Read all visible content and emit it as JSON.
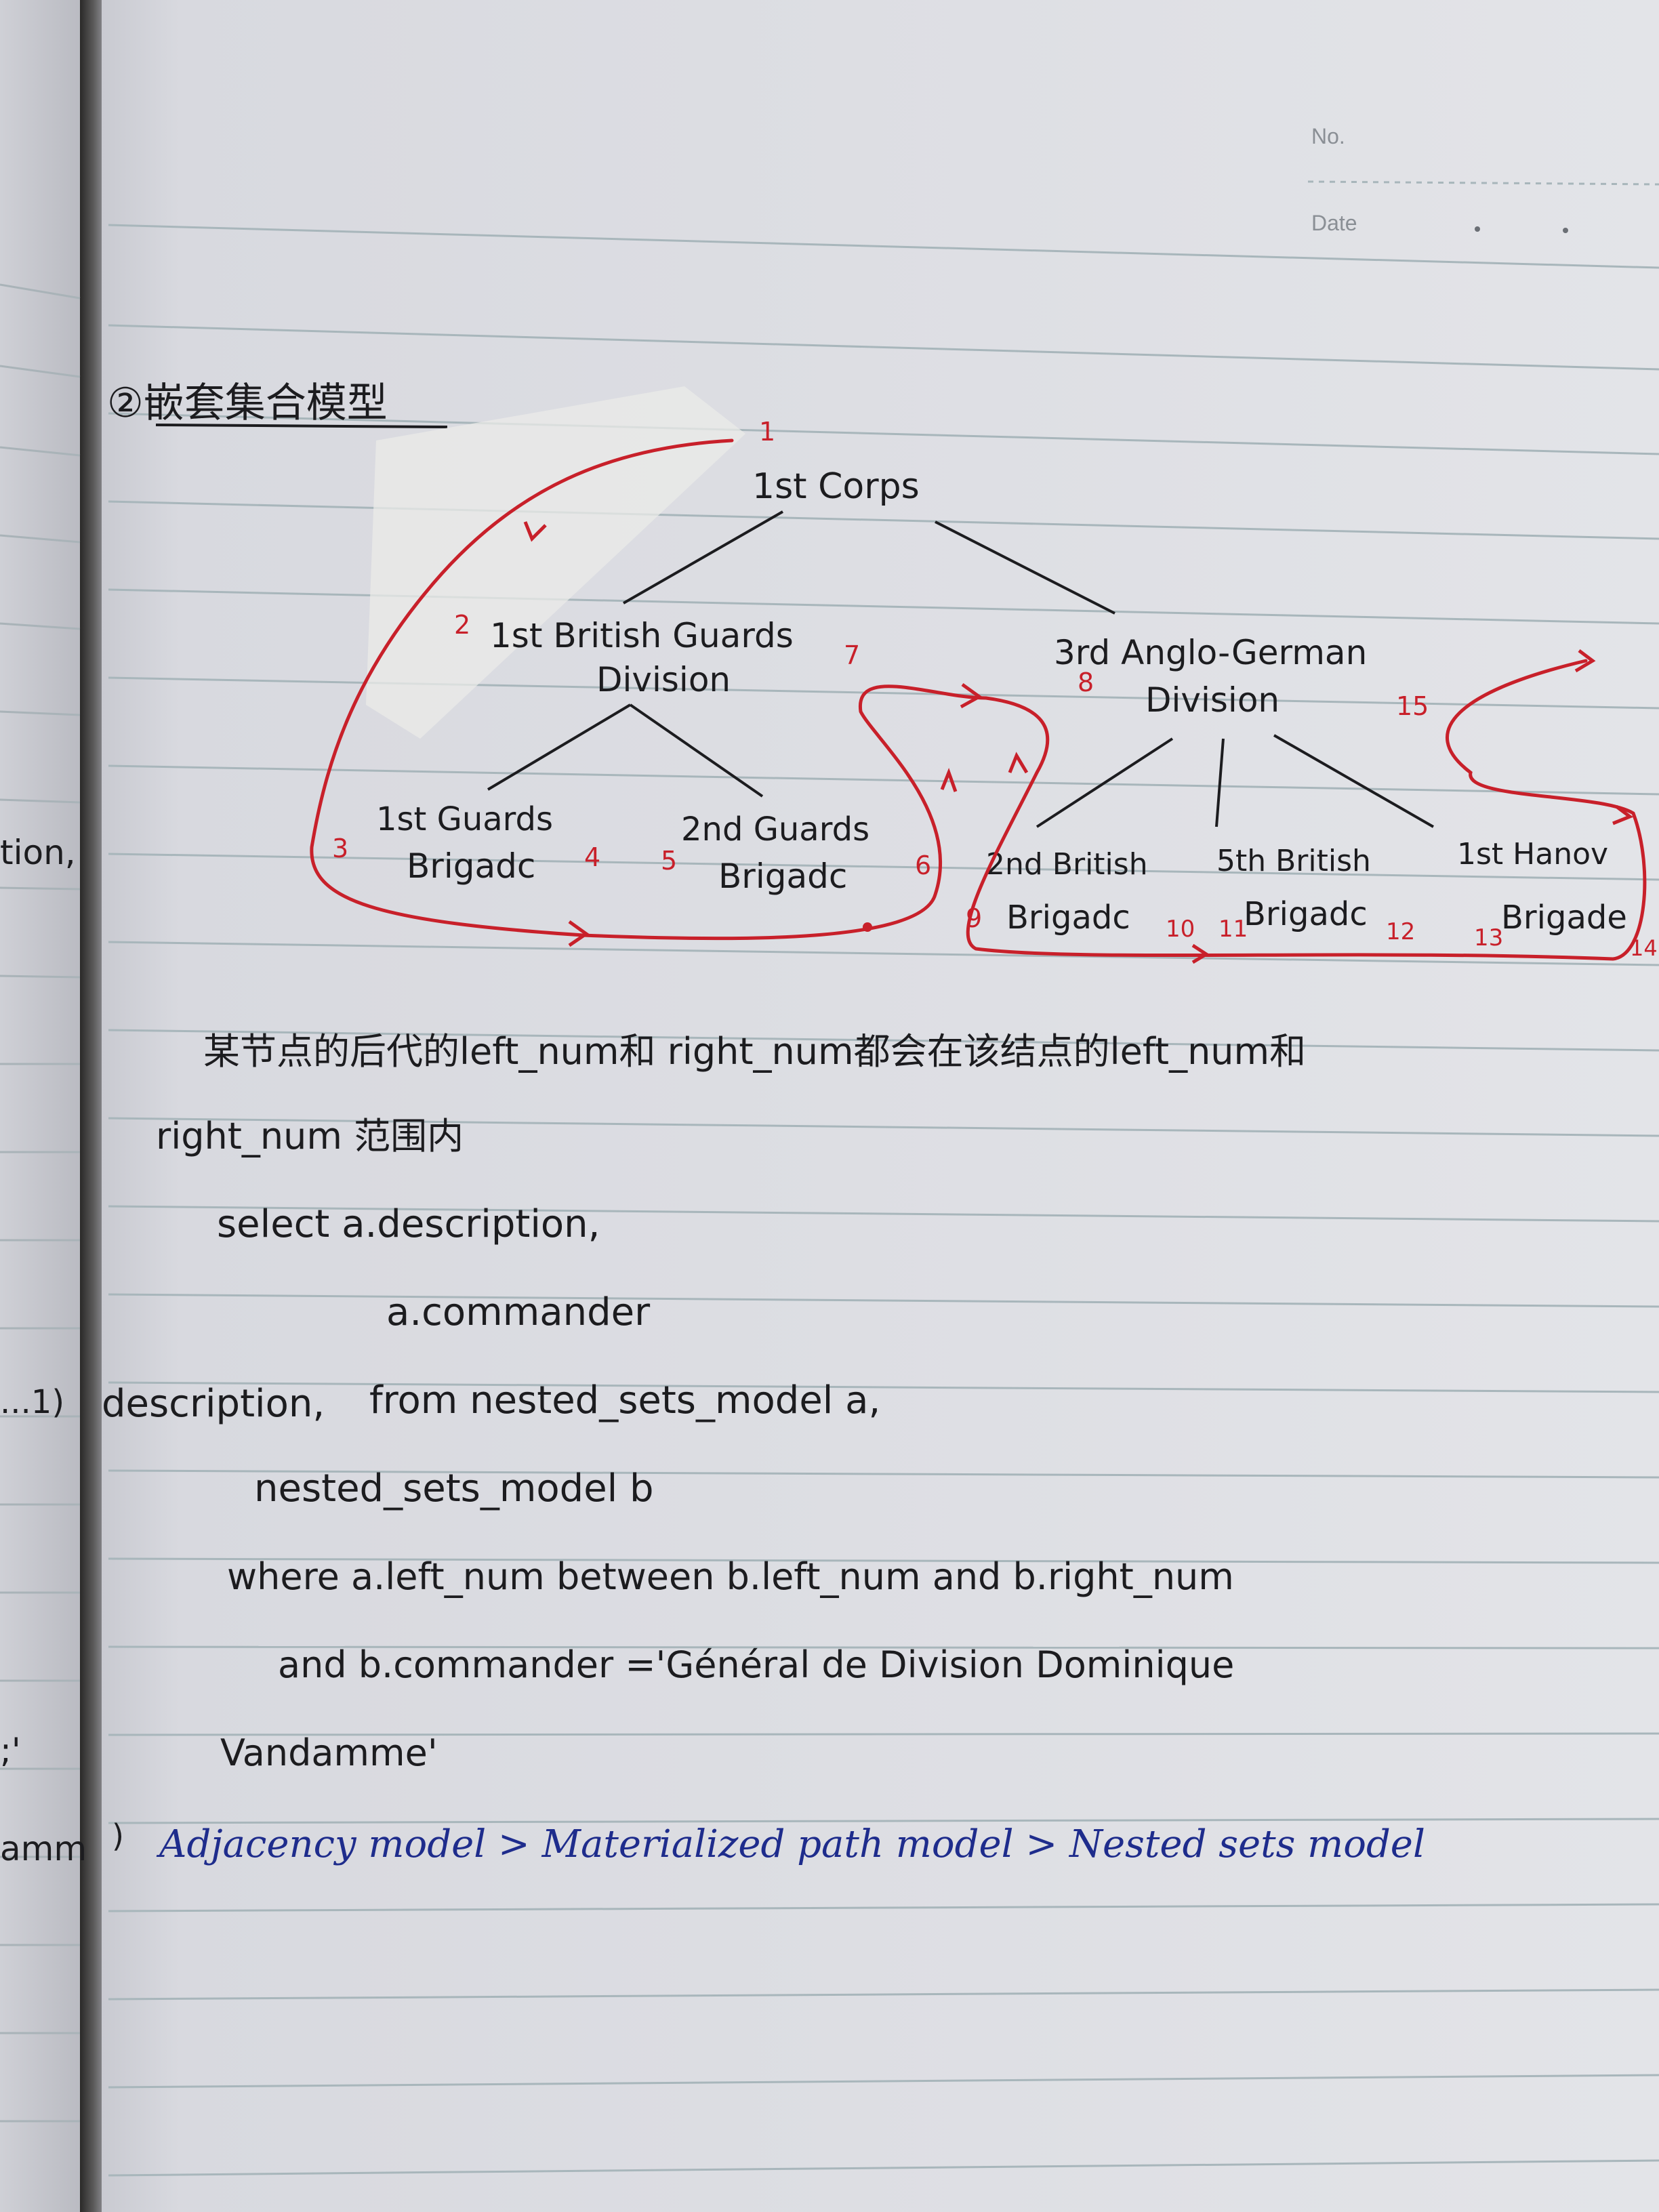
{
  "header": {
    "no_label": "No.",
    "date_label": "Date"
  },
  "section_title": "②嵌套集合模型",
  "tree": {
    "root": "1st Corps",
    "div1": [
      "1st British Guards",
      "Division"
    ],
    "div2": [
      "3rd Anglo-German",
      "Division"
    ],
    "b1": [
      "1st Guards",
      "Brigadc"
    ],
    "b2": [
      "2nd Guards",
      "Brigadc"
    ],
    "b3": [
      "2nd British",
      "Brigadc"
    ],
    "b4": [
      "5th British",
      "Brigadc"
    ],
    "b5": [
      "1st Hanov",
      "Brigade"
    ]
  },
  "tree_numbers": [
    "1",
    "2",
    "3",
    "4",
    "5",
    "6",
    "7",
    "8",
    "9",
    "10",
    "11",
    "12",
    "13",
    "14",
    "15"
  ],
  "note": {
    "line1": "某节点的后代的left_num和 right_num都会在该结点的left_num和",
    "line2": "right_num 范围内"
  },
  "sql": {
    "l1": "select  a.description,",
    "l2": "a.commander",
    "l3": "from  nested_sets_model  a,",
    "l4": "nested_sets_model  b",
    "l5": "where  a.left_num  between  b.left_num  and  b.right_num",
    "l6": "and  b.commander ='Général  de  Division  Dominique",
    "l7": "Vandamme'"
  },
  "summary": "Adjacency model  >  Materialized path model  >  Nested sets model",
  "left_page": {
    "t1": "tion,",
    "t2": "...1)",
    "t3": "description,",
    "t4": ";'",
    "t5": "amm",
    "t6": ")"
  },
  "colors": {
    "ink": "#1c1c1f",
    "red": "#c8202a",
    "blue": "#1e2c8c",
    "paper": "#dcdde3"
  }
}
